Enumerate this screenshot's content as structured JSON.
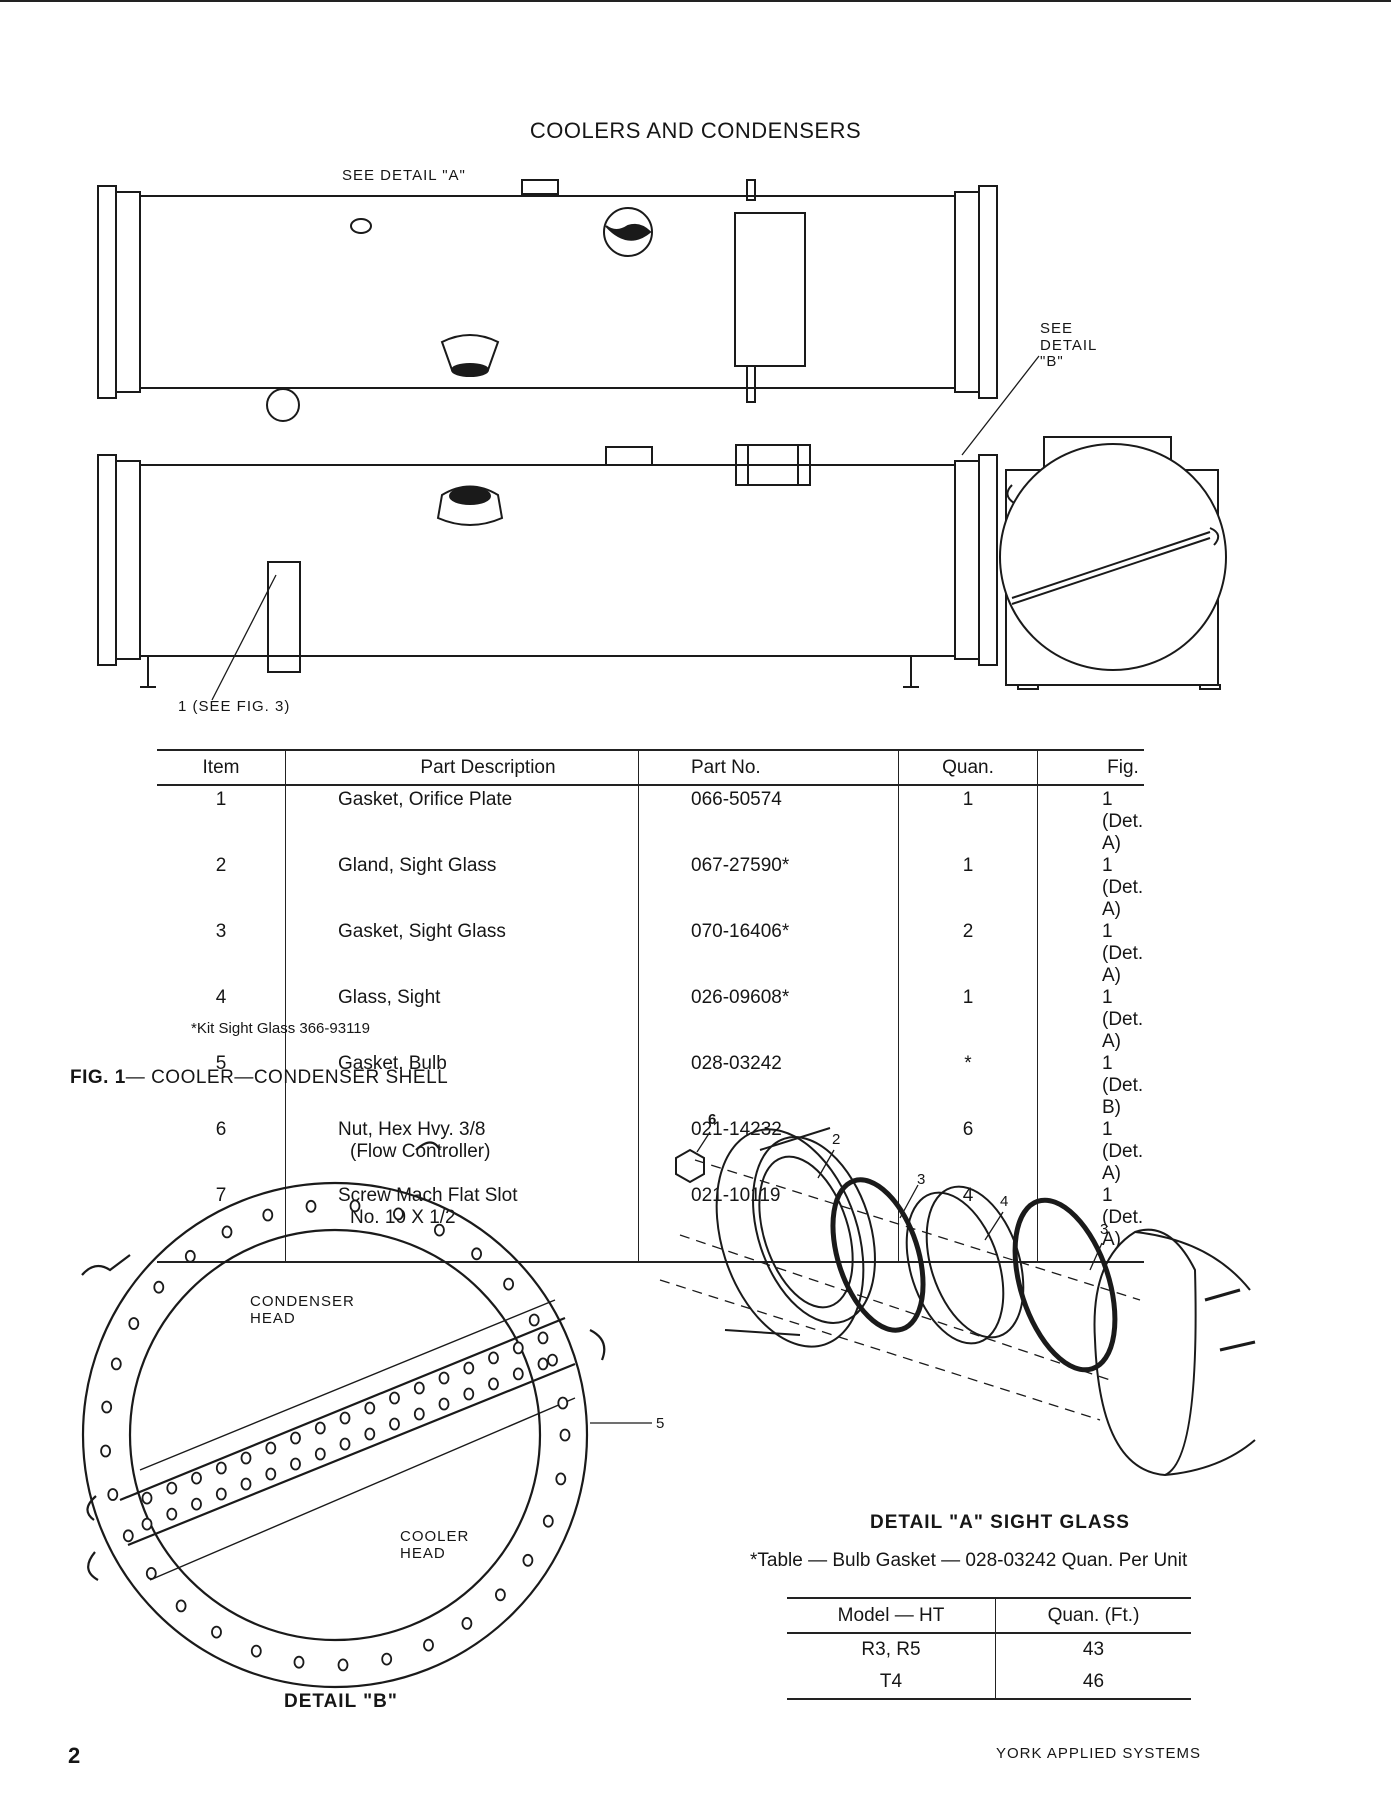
{
  "title": "COOLERS AND CONDENSERS",
  "labels": {
    "see_detail_a": "SEE DETAIL \"A\"",
    "see_detail_b_1": "SEE",
    "see_detail_b_2": "DETAIL",
    "see_detail_b_3": "\"B\"",
    "see_fig3": "1 (SEE FIG. 3)"
  },
  "parts_table": {
    "headers": [
      "Item",
      "Part Description",
      "Part No.",
      "Quan.",
      "Fig."
    ],
    "rows": [
      {
        "item": "1",
        "desc": "Gasket, Orifice Plate",
        "desc2": "",
        "part": "066-50574",
        "quan": "1",
        "fig": "1 (Det. A)"
      },
      {
        "item": "2",
        "desc": "Gland, Sight Glass",
        "desc2": "",
        "part": "067-27590*",
        "quan": "1",
        "fig": "1 (Det. A)"
      },
      {
        "item": "3",
        "desc": "Gasket, Sight Glass",
        "desc2": "",
        "part": "070-16406*",
        "quan": "2",
        "fig": "1 (Det. A)"
      },
      {
        "item": "4",
        "desc": "Glass, Sight",
        "desc2": "",
        "part": "026-09608*",
        "quan": "1",
        "fig": "1 (Det. A)"
      },
      {
        "item": "5",
        "desc": "Gasket, Bulb",
        "desc2": "",
        "part": "028-03242",
        "quan": "*",
        "fig": "1 (Det. B)"
      },
      {
        "item": "6",
        "desc": "Nut, Hex Hvy. 3/8",
        "desc2": "(Flow Controller)",
        "part": "021-14232",
        "quan": "6",
        "fig": "1 (Det. A)"
      },
      {
        "item": "7",
        "desc": "Screw Mach Flat Slot",
        "desc2": "No. 10 X 1/2",
        "part": "021-10119",
        "quan": "4",
        "fig": "1 (Det. A)"
      }
    ]
  },
  "kit_note": "*Kit Sight Glass 366-93119",
  "figure_caption": {
    "prefix": "FIG. 1",
    "text": "— COOLER—CONDENSER SHELL"
  },
  "detail_b": {
    "title": "DETAIL \"B\"",
    "condenser_1": "CONDENSER",
    "condenser_2": "HEAD",
    "cooler_1": "COOLER",
    "cooler_2": "HEAD",
    "callout_5": "5"
  },
  "detail_a": {
    "title": "DETAIL \"A\" SIGHT GLASS",
    "callouts": [
      "6",
      "2",
      "3",
      "4",
      "3"
    ]
  },
  "bulb_note": "*Table — Bulb Gasket — 028-03242 Quan. Per Unit",
  "model_table": {
    "headers": [
      "Model — HT",
      "Quan. (Ft.)"
    ],
    "rows": [
      {
        "model": "R3, R5",
        "quan": "43"
      },
      {
        "model": "T4",
        "quan": "46"
      }
    ]
  },
  "page_number": "2",
  "footer": "YORK APPLIED SYSTEMS"
}
